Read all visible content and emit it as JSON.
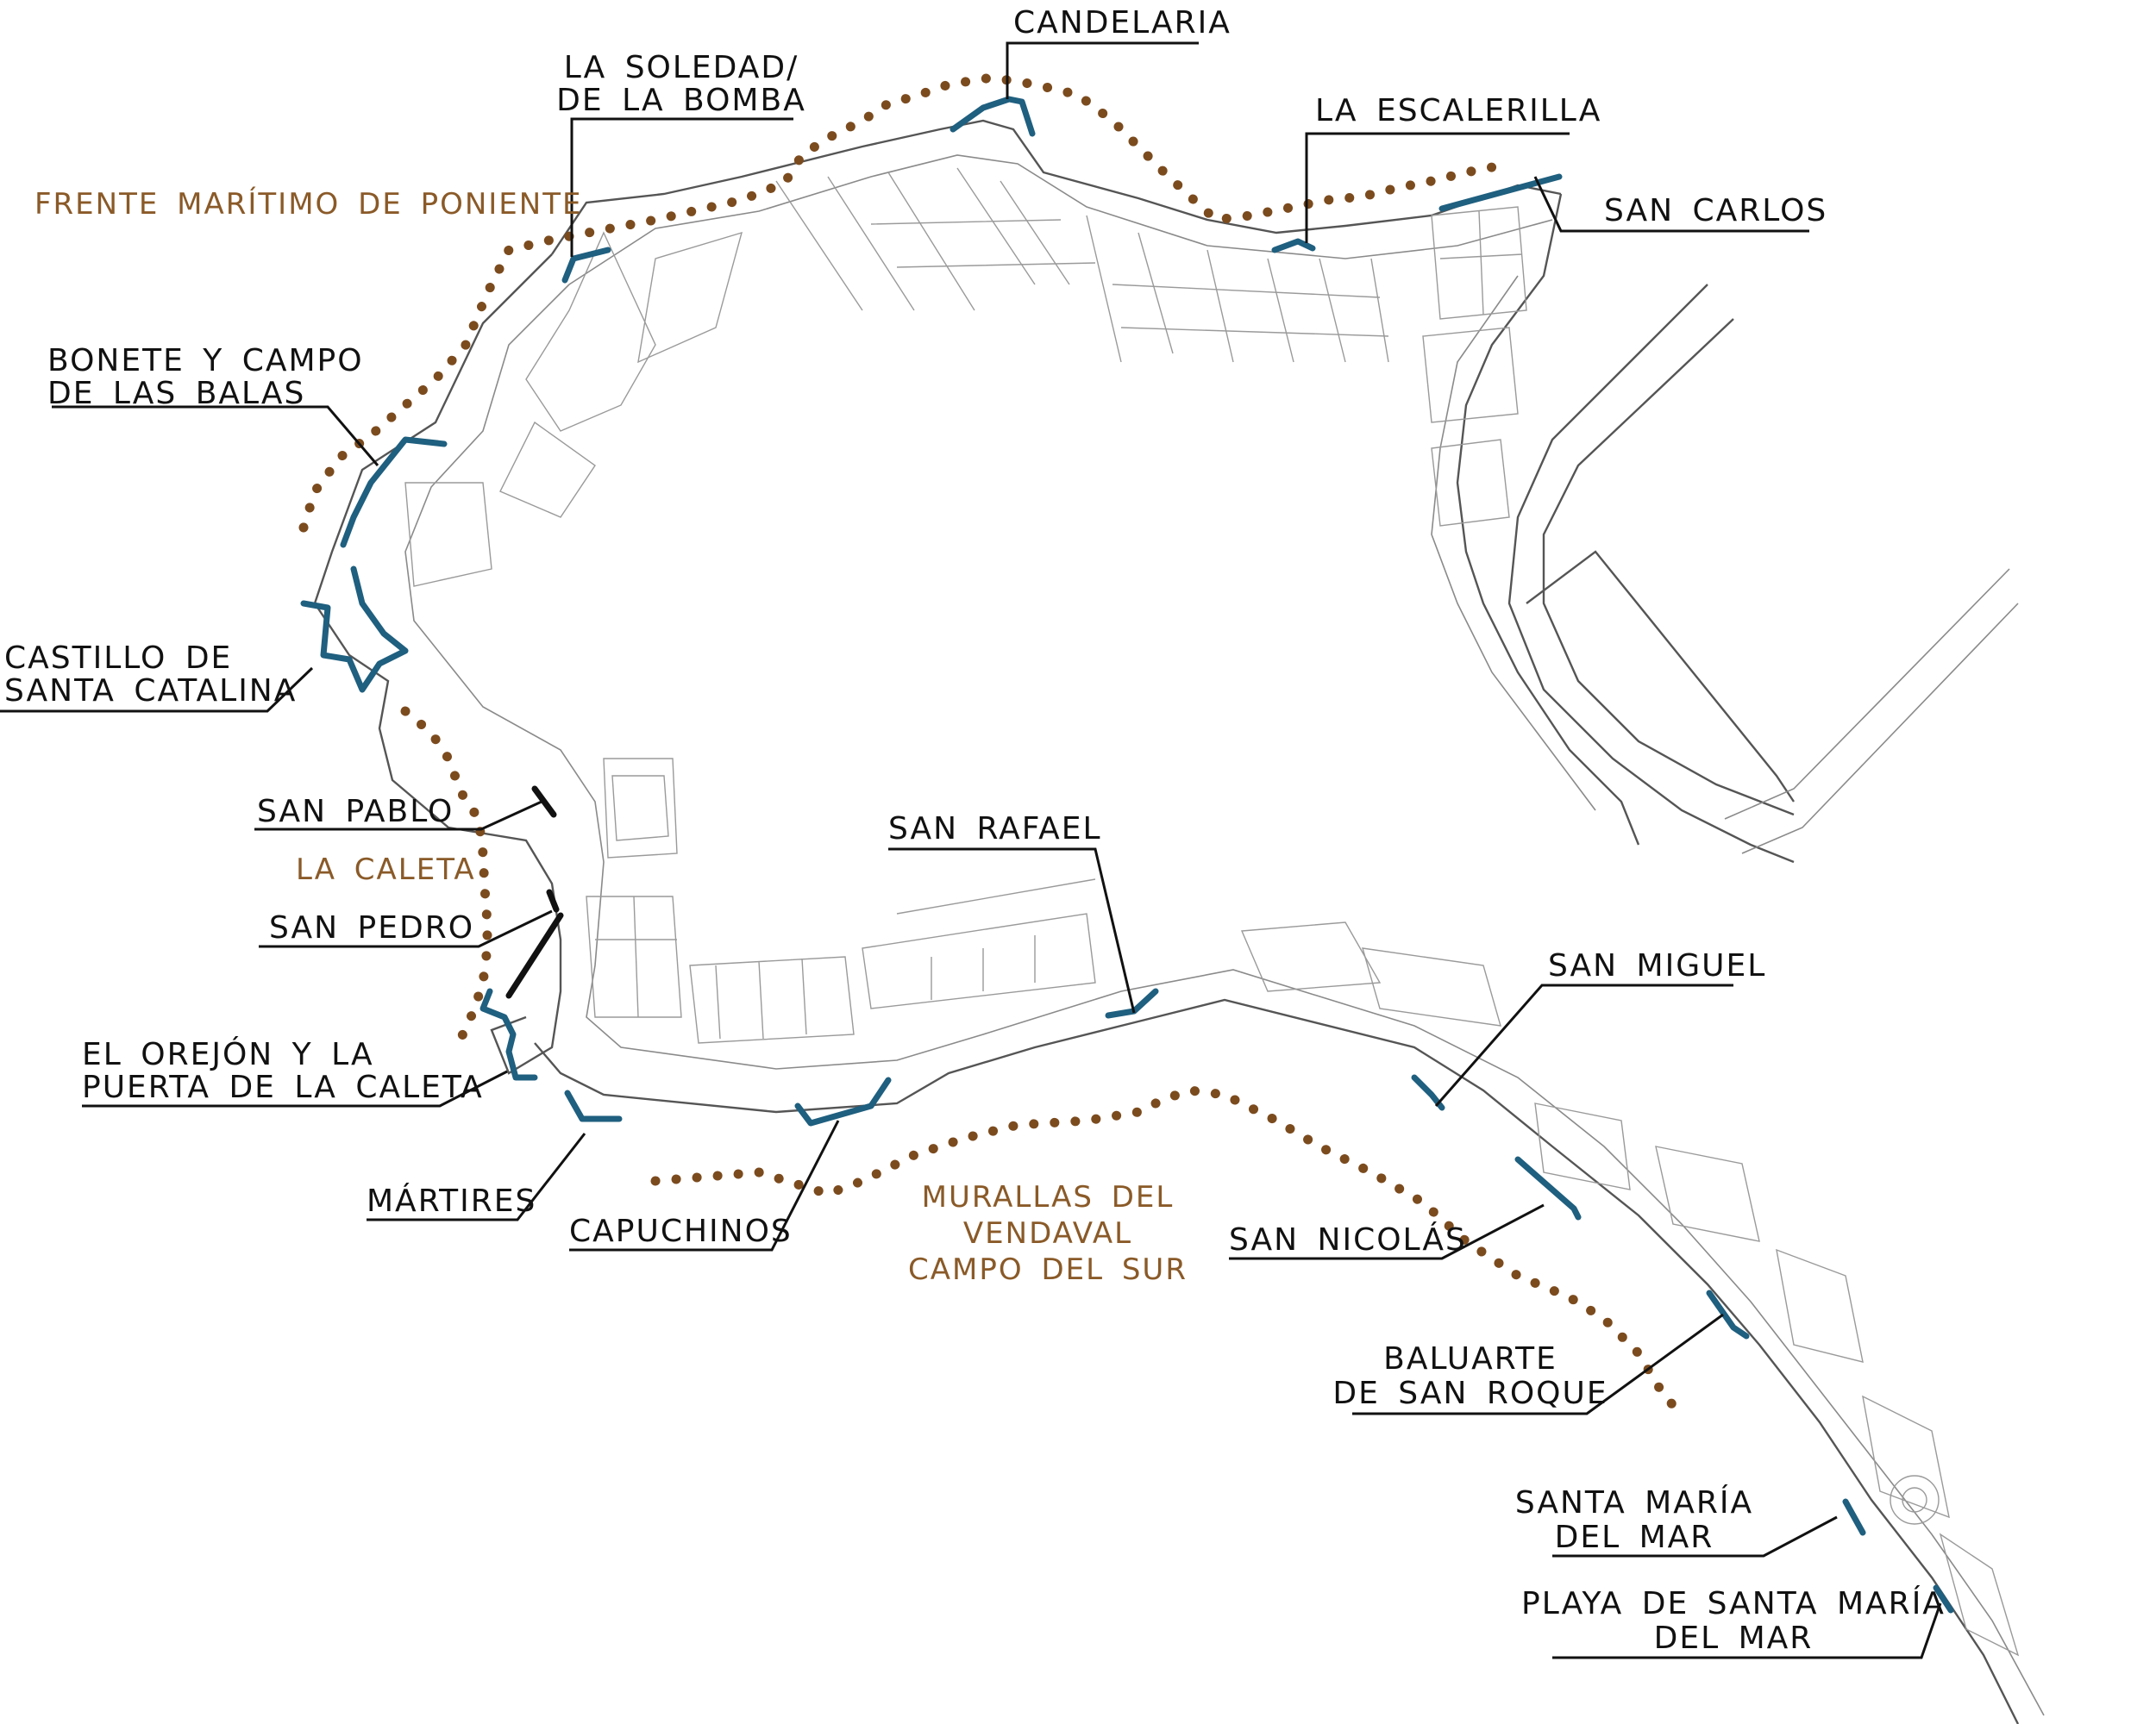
{
  "colors": {
    "wall": "#1f5f7f",
    "dotted_front": "#7b4b1e",
    "zone_text": "#8a5a28",
    "label_text": "#111111",
    "streets": "#8a8a8a"
  },
  "zones": {
    "poniente": "FRENTE MARÍTIMO DE PONIENTE",
    "caleta": "LA CALETA",
    "vendaval": [
      "MURALLAS DEL",
      "VENDAVAL",
      "CAMPO DEL SUR"
    ]
  },
  "labels": {
    "candelaria": [
      "CANDELARIA"
    ],
    "soledad": [
      "LA SOLEDAD/",
      "DE LA BOMBA"
    ],
    "escalerilla": [
      "LA ESCALERILLA"
    ],
    "san_carlos": [
      "SAN CARLOS"
    ],
    "bonete": [
      "BONETE Y CAMPO",
      "DE LAS BALAS"
    ],
    "castillo": [
      "CASTILLO DE",
      "SANTA CATALINA"
    ],
    "san_pablo": [
      "SAN PABLO"
    ],
    "san_pedro": [
      "SAN PEDRO"
    ],
    "orejon": [
      "EL OREJÓN Y LA",
      "PUERTA DE LA CALETA"
    ],
    "martires": [
      "MÁRTIRES"
    ],
    "capuchinos": [
      "CAPUCHINOS"
    ],
    "san_rafael": [
      "SAN RAFAEL"
    ],
    "san_miguel": [
      "SAN MIGUEL"
    ],
    "san_nicolas": [
      "SAN NICOLÁS"
    ],
    "san_roque": [
      "BALUARTE",
      "DE SAN ROQUE"
    ],
    "santa_maria": [
      "SANTA MARÍA",
      "DEL MAR"
    ],
    "playa": [
      "PLAYA DE SANTA MARÍA",
      "DEL MAR"
    ]
  }
}
